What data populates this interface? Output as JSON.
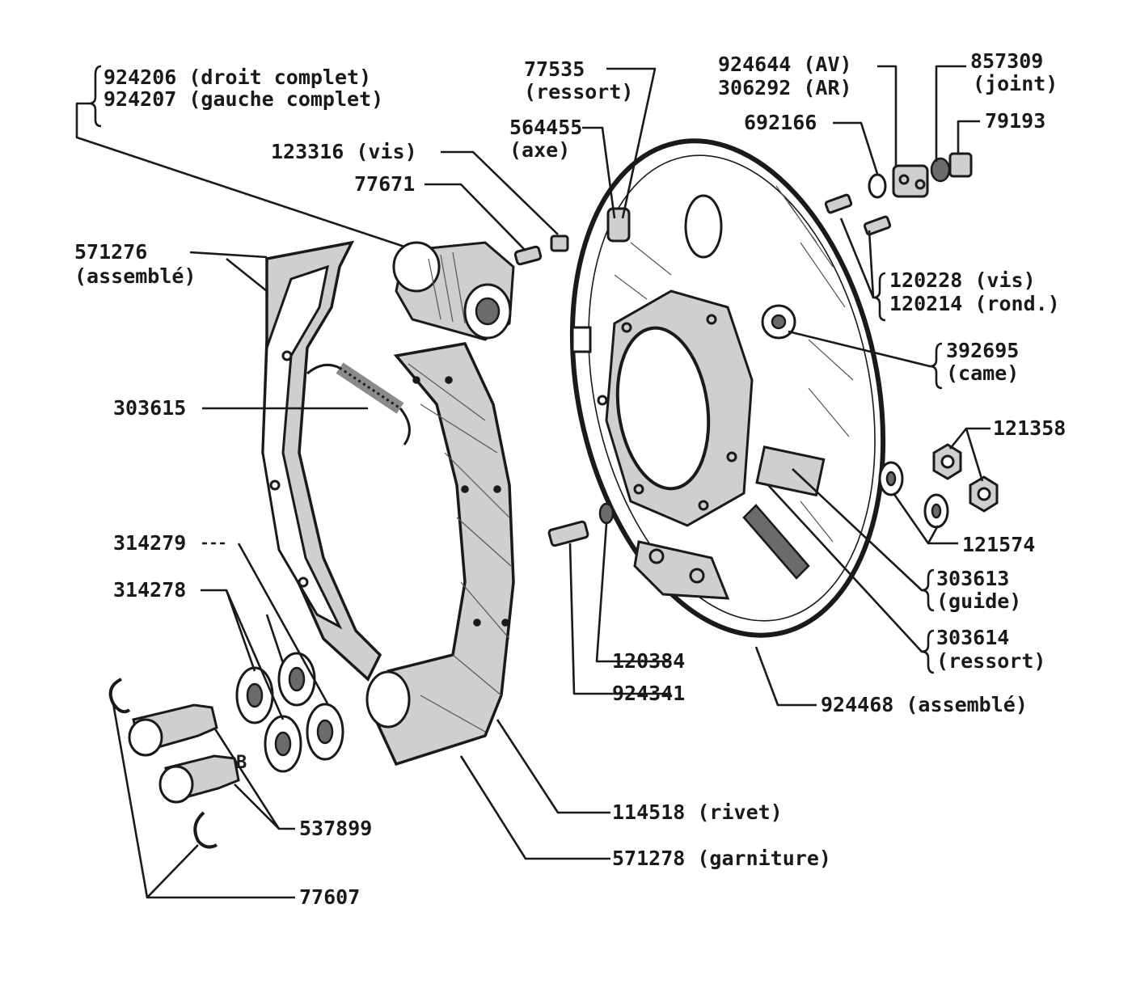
{
  "labels": {
    "p924206": "924206 (droit complet)",
    "p924207": "924207 (gauche complet)",
    "p571276": "571276",
    "p571276_note": "(assemblé)",
    "p123316": "123316 (vis)",
    "p77671": "77671",
    "p77535": "77535",
    "p77535_note": "(ressort)",
    "p564455": "564455",
    "p564455_note": "(axe)",
    "p924644": "924644 (AV)",
    "p306292": "306292 (AR)",
    "p857309": "857309",
    "p857309_note": "(joint)",
    "p692166": "692166",
    "p79193": "79193",
    "p120228": "120228 (vis)",
    "p120214": "120214 (rond.)",
    "p392695": "392695",
    "p392695_note": "(came)",
    "p303615": "303615",
    "p121358": "121358",
    "p121574": "121574",
    "p303613": "303613",
    "p303613_note": "(guide)",
    "p303614": "303614",
    "p303614_note": "(ressort)",
    "p314279": "314279",
    "p314278": "314278",
    "p120384": "120384",
    "p924341": "924341",
    "p924468": "924468 (assemblé)",
    "p114518": "114518 (rivet)",
    "p537899": "537899",
    "p571278": "571278 (garniture)",
    "p77607": "77607",
    "letter_b": "B"
  },
  "colors": {
    "ink": "#1a1a1a",
    "shade": "#cfcfcf",
    "background": "#ffffff"
  }
}
